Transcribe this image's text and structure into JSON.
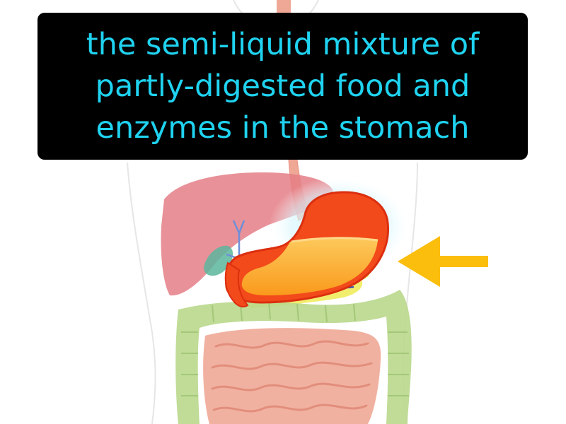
{
  "caption": {
    "lines": [
      "the semi-liquid mixture of",
      "partly-digested food and",
      "enzymes in the stomach"
    ],
    "text_color": "#1fd3f0",
    "background_color": "#000000"
  },
  "illustration": {
    "subject": "human digestive system",
    "highlighted_organ": "stomach",
    "pointer": "arrow-left-icon",
    "colors": {
      "stomach_wall": "#f24a1a",
      "stomach_contents": "#fbb024",
      "liver": "#e47e86",
      "large_intestine": "#b9d88c",
      "small_intestine": "#f0a896",
      "arrow": "#fbbe0d",
      "glow": "#bff1fd"
    }
  }
}
